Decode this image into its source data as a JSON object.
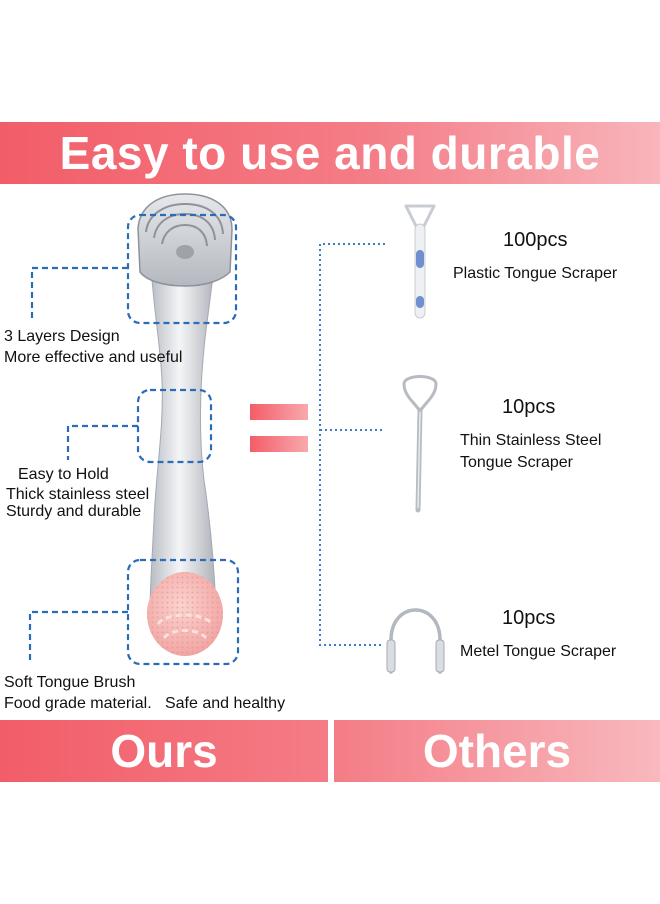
{
  "banner": {
    "title": "Easy to use and durable"
  },
  "ours": {
    "features": [
      {
        "title": "3 Layers Design",
        "desc": "More effective and useful"
      },
      {
        "title": "Easy to Hold",
        "desc": "Thick stainless steel",
        "desc2": "Sturdy and durable"
      },
      {
        "title": "Soft Tongue Brush",
        "desc": "Food grade material.   Safe and healthy"
      }
    ]
  },
  "others": {
    "items": [
      {
        "count": "100pcs",
        "name": "Plastic Tongue Scraper"
      },
      {
        "count": "10pcs",
        "name": "Thin Stainless Steel",
        "name2": "Tongue Scraper"
      },
      {
        "count": "10pcs",
        "name": "Metel Tongue Scraper"
      }
    ]
  },
  "footer": {
    "ours_label": "Ours",
    "others_label": "Others"
  },
  "colors": {
    "accent_pink": "#f25d68",
    "light_pink": "#f8b5bb",
    "dash_blue": "#2b6cb8",
    "dot_blue": "#3a7cc6",
    "steel": "#c9ccd2",
    "brush_pink": "#f4b3b0"
  }
}
